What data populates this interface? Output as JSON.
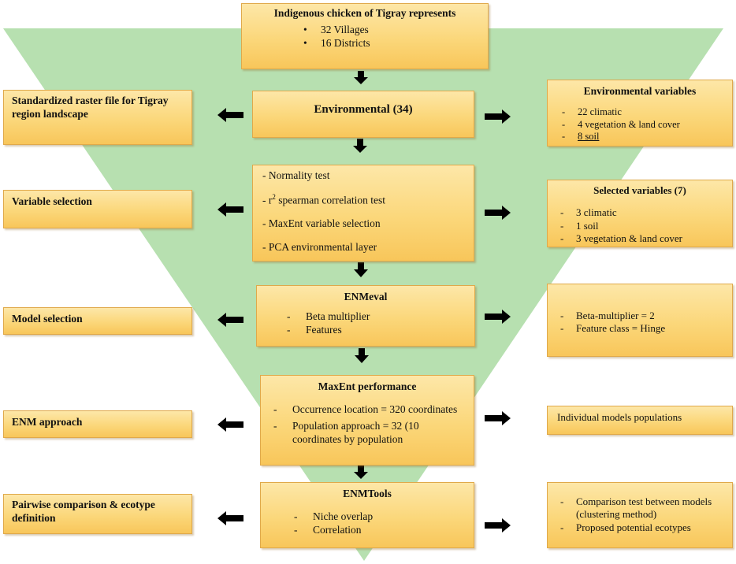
{
  "top": {
    "title": "Indigenous chicken of Tigray represents",
    "items": [
      "32 Villages",
      "16 Districts"
    ]
  },
  "env": {
    "title": "Environmental (34)"
  },
  "selection_methods": {
    "items": [
      "- Normality test",
      "spearman correlation test",
      "- MaxEnt variable selection",
      "- PCA environmental layer"
    ],
    "r_prefix": "- r",
    "r_sup": "2"
  },
  "enmeval": {
    "title": "ENMeval",
    "items": [
      "Beta multiplier",
      "Features"
    ]
  },
  "maxent": {
    "title": "MaxEnt performance",
    "items": [
      "Occurrence location = 320 coordinates",
      "Population approach = 32 (10 coordinates by population"
    ]
  },
  "enmtools": {
    "title": "ENMTools",
    "items": [
      "Niche overlap",
      "Correlation"
    ]
  },
  "left": {
    "raster": "Standardized raster file for Tigray region landscape",
    "variable_selection": "Variable selection",
    "model_selection": "Model selection",
    "enm_approach": "ENM approach",
    "pairwise": "Pairwise comparison & ecotype definition"
  },
  "right": {
    "env_vars": {
      "title": "Environmental variables",
      "items": [
        "22 climatic",
        "4 vegetation & land cover",
        "8 soil"
      ]
    },
    "selected_vars": {
      "title": "Selected variables (7)",
      "items": [
        "3 climatic",
        "1 soil",
        "3 vegetation & land cover"
      ]
    },
    "model_params": {
      "items": [
        "Beta-multiplier = 2",
        "Feature class = Hinge"
      ]
    },
    "individual": {
      "text": "Individual models populations"
    },
    "comparison": {
      "items": [
        "Comparison test between models (clustering method)",
        "Proposed potential ecotypes"
      ]
    }
  },
  "colors": {
    "triangle": "#b7e0b0",
    "box_fill": "#fbd77a",
    "box_border": "#e0a94a",
    "arrow": "#000000"
  }
}
